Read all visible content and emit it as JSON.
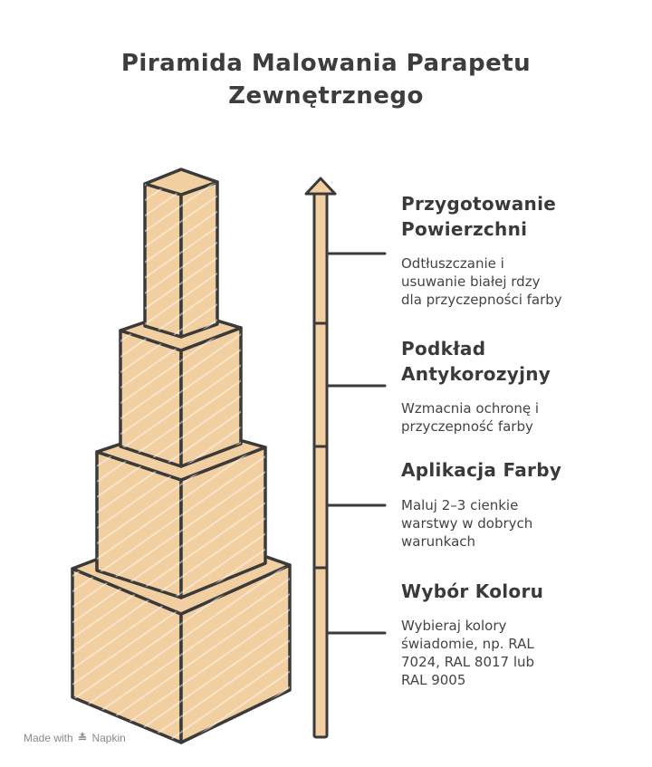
{
  "title": {
    "line1": "Piramida Malowania Parapetu",
    "line2": "Zewnętrznego"
  },
  "steps": [
    {
      "heading_line1": "Przygotowanie",
      "heading_line2": "Powierzchni",
      "desc_line1": "Odtłuszczanie i",
      "desc_line2": "usuwanie białej rdzy",
      "desc_line3": "dla przyczepności farby"
    },
    {
      "heading_line1": "Podkład",
      "heading_line2": "Antykorozyjny",
      "desc_line1": "Wzmacnia ochronę i",
      "desc_line2": "przyczepność farby"
    },
    {
      "heading_line1": "Aplikacja Farby",
      "desc_line1": "Maluj 2–3 cienkie",
      "desc_line2": "warstwy w dobrych",
      "desc_line3": "warunkach"
    },
    {
      "heading_line1": "Wybór Koloru",
      "desc_line1": "Wybieraj kolory",
      "desc_line2": "świadomie, np. RAL",
      "desc_line3": "7024, RAL 8017 lub",
      "desc_line4": "RAL 9005"
    }
  ],
  "footer": {
    "made_with": "Made with",
    "brand": "Napkin"
  },
  "colors": {
    "block_fill": "#f2cfa1",
    "stroke": "#3a3a3a",
    "text": "#3a3a3a"
  },
  "icons": {
    "footer_logo": "napkin-logo-icon"
  }
}
